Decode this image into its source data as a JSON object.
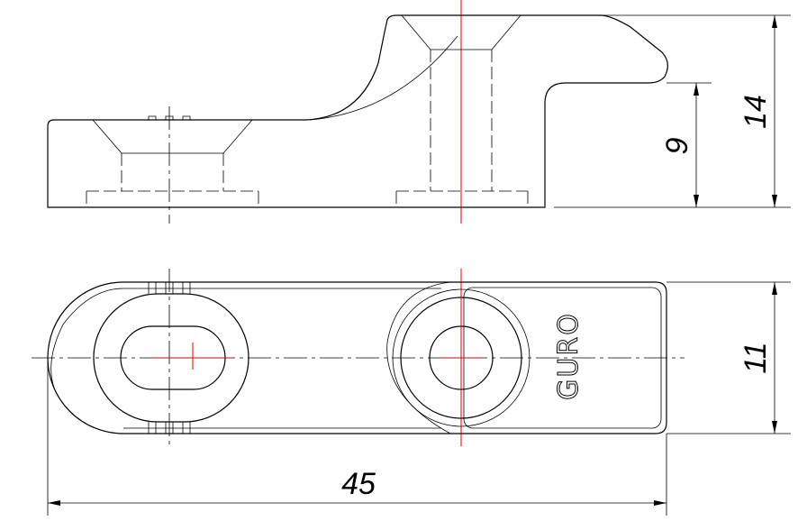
{
  "drawing": {
    "dimensions": {
      "overall_height": "14",
      "step_height": "9",
      "width": "11",
      "length": "45"
    },
    "logo_text": "GURO",
    "colors": {
      "lines": "#000000",
      "centerlines": "#e00000"
    }
  }
}
